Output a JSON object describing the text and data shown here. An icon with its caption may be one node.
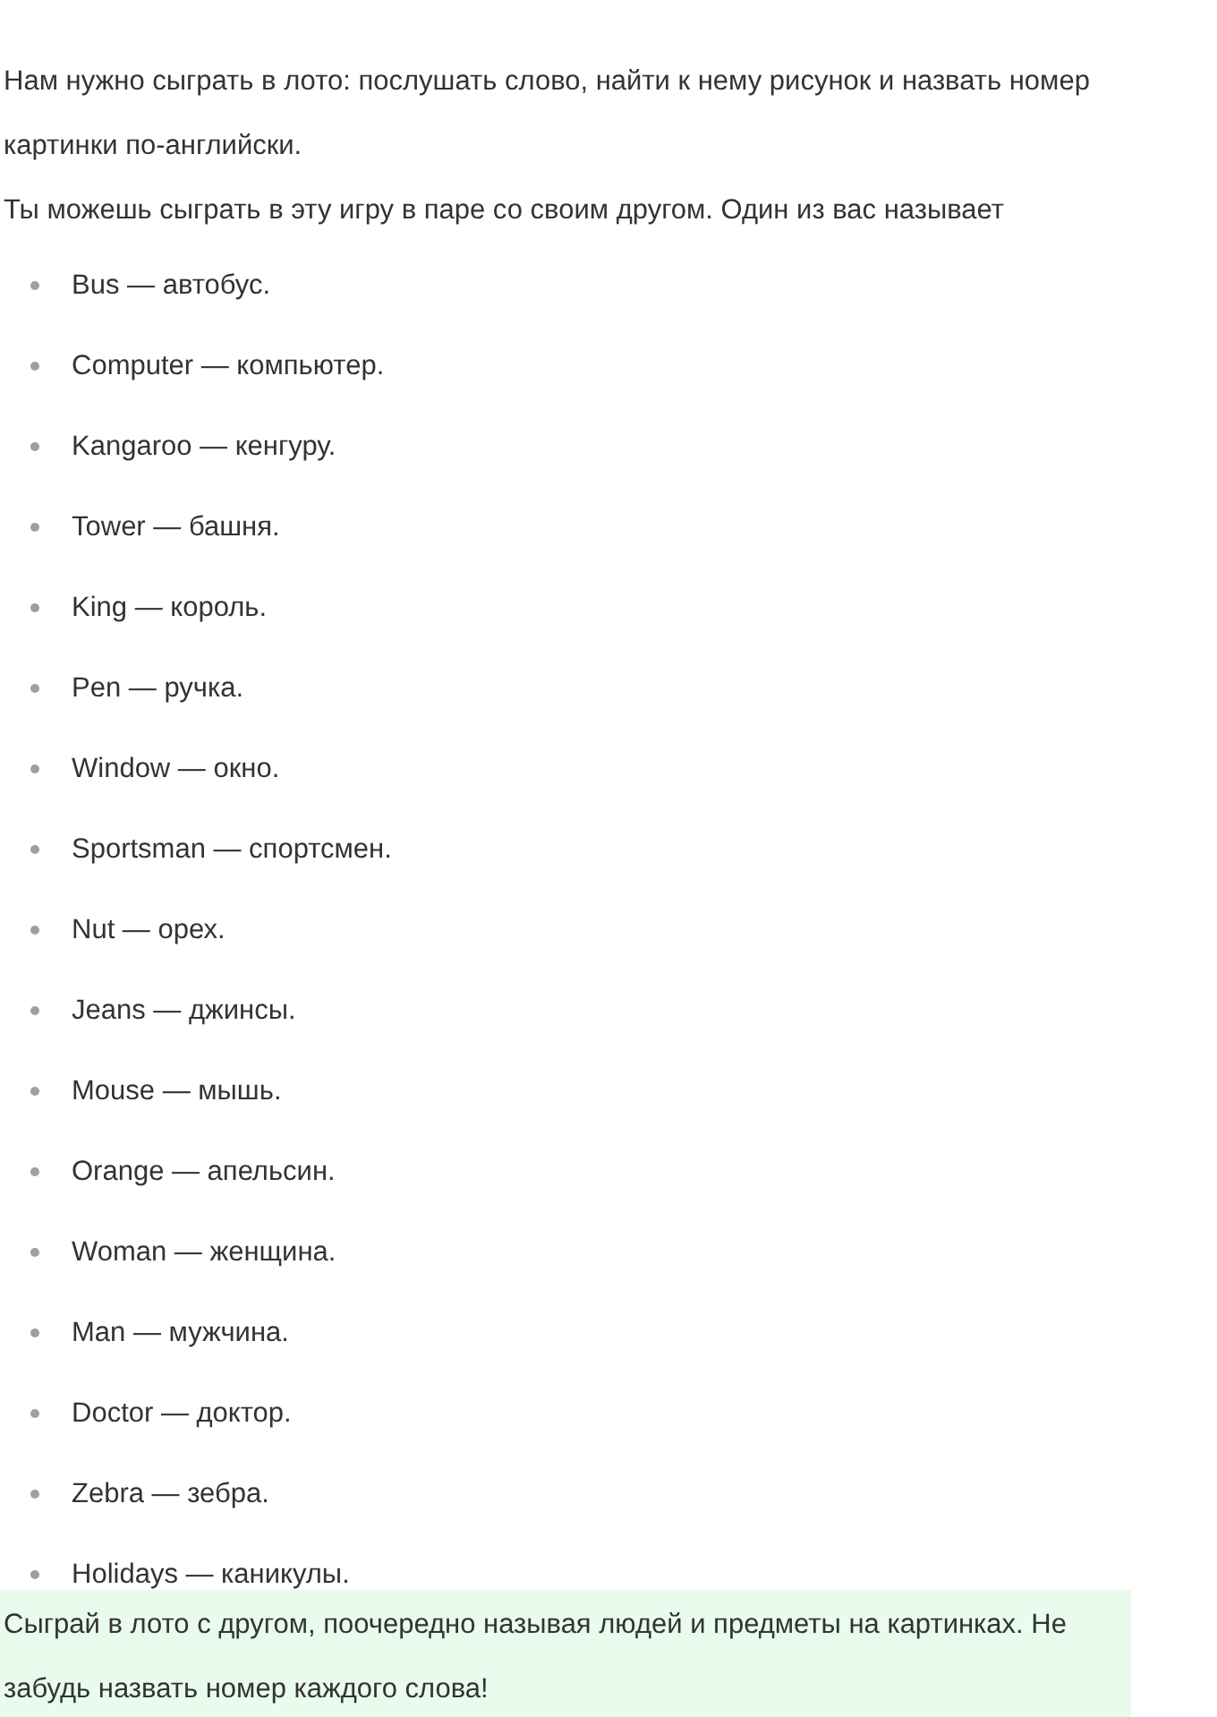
{
  "diagram": {
    "nodes": [
      {
        "text": [
          "Сыграй в лото с другом, поочередно называя людей и предметы на картинках. Не забудь назвать номер каждого слова!"
        ]
      }
    ],
    "labels": [
      "Нам нужно сыграть в лото: послушать слово, найти к нему рисунок и назвать номер картинки по-английски.",
      "Ты можешь сыграть в эту игру в паре со своим другом. Один из вас называет",
      "Bus — автобус.",
      "Computer — компьютер.",
      "Kangaroo — кенгуру.",
      "Tower — башня.",
      "King — король.",
      "Pen — ручка.",
      "Window — окно.",
      "Sportsman — спортсмен.",
      "Nut — орех.",
      "Jeans — джинсы.",
      "Mouse — мышь.",
      "Orange — апельсин.",
      "Woman — женщина.",
      "Man — мужчина.",
      "Doctor — доктор.",
      "Zebra — зебра.",
      "Holidays — каникулы."
    ]
  }
}
